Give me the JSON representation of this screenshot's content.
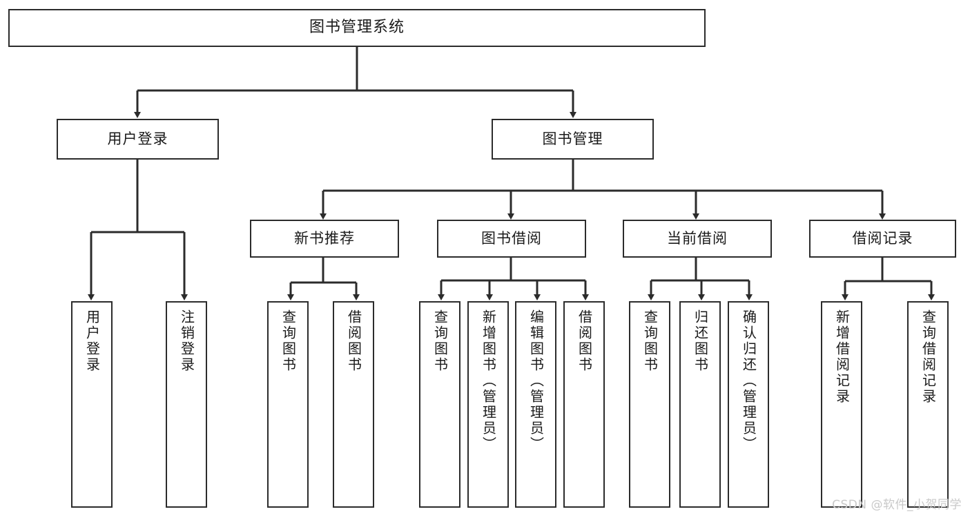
{
  "diagram": {
    "type": "tree",
    "title": "图书管理系统",
    "watermark": "CSDN @软件_小贺同学",
    "colors": {
      "background": "#ffffff",
      "border": "#2b2b2b",
      "text": "#1a1a1a",
      "edge": "#2b2b2b",
      "watermark": "#c9c9c9"
    }
  },
  "nodes": {
    "root": {
      "label": "图书管理系统"
    },
    "level2": [
      {
        "id": "user-login",
        "label": "用户登录"
      },
      {
        "id": "book-manage",
        "label": "图书管理"
      }
    ],
    "level3": [
      {
        "id": "new-book-recommend",
        "label": "新书推荐"
      },
      {
        "id": "book-borrow",
        "label": "图书借阅"
      },
      {
        "id": "current-borrow",
        "label": "当前借阅"
      },
      {
        "id": "borrow-record",
        "label": "借阅记录"
      }
    ],
    "leaves": {
      "user_login": [
        {
          "id": "leaf-user-login",
          "label": "用户登录"
        },
        {
          "id": "leaf-logout",
          "label": "注销登录"
        }
      ],
      "new_book_recommend": [
        {
          "id": "leaf-query-book-1",
          "label": "查询图书"
        },
        {
          "id": "leaf-borrow-book-1",
          "label": "借阅图书"
        }
      ],
      "book_borrow": [
        {
          "id": "leaf-query-book-2",
          "label": "查询图书"
        },
        {
          "id": "leaf-add-book",
          "label": "新增图书（管理员）"
        },
        {
          "id": "leaf-edit-book",
          "label": "编辑图书（管理员）"
        },
        {
          "id": "leaf-borrow-book-2",
          "label": "借阅图书"
        }
      ],
      "current_borrow": [
        {
          "id": "leaf-query-book-3",
          "label": "查询图书"
        },
        {
          "id": "leaf-return-book",
          "label": "归还图书"
        },
        {
          "id": "leaf-confirm-return",
          "label": "确认归还（管理员）"
        }
      ],
      "borrow_record": [
        {
          "id": "leaf-add-record",
          "label": "新增借阅记录"
        },
        {
          "id": "leaf-query-record",
          "label": "查询借阅记录"
        }
      ]
    }
  }
}
